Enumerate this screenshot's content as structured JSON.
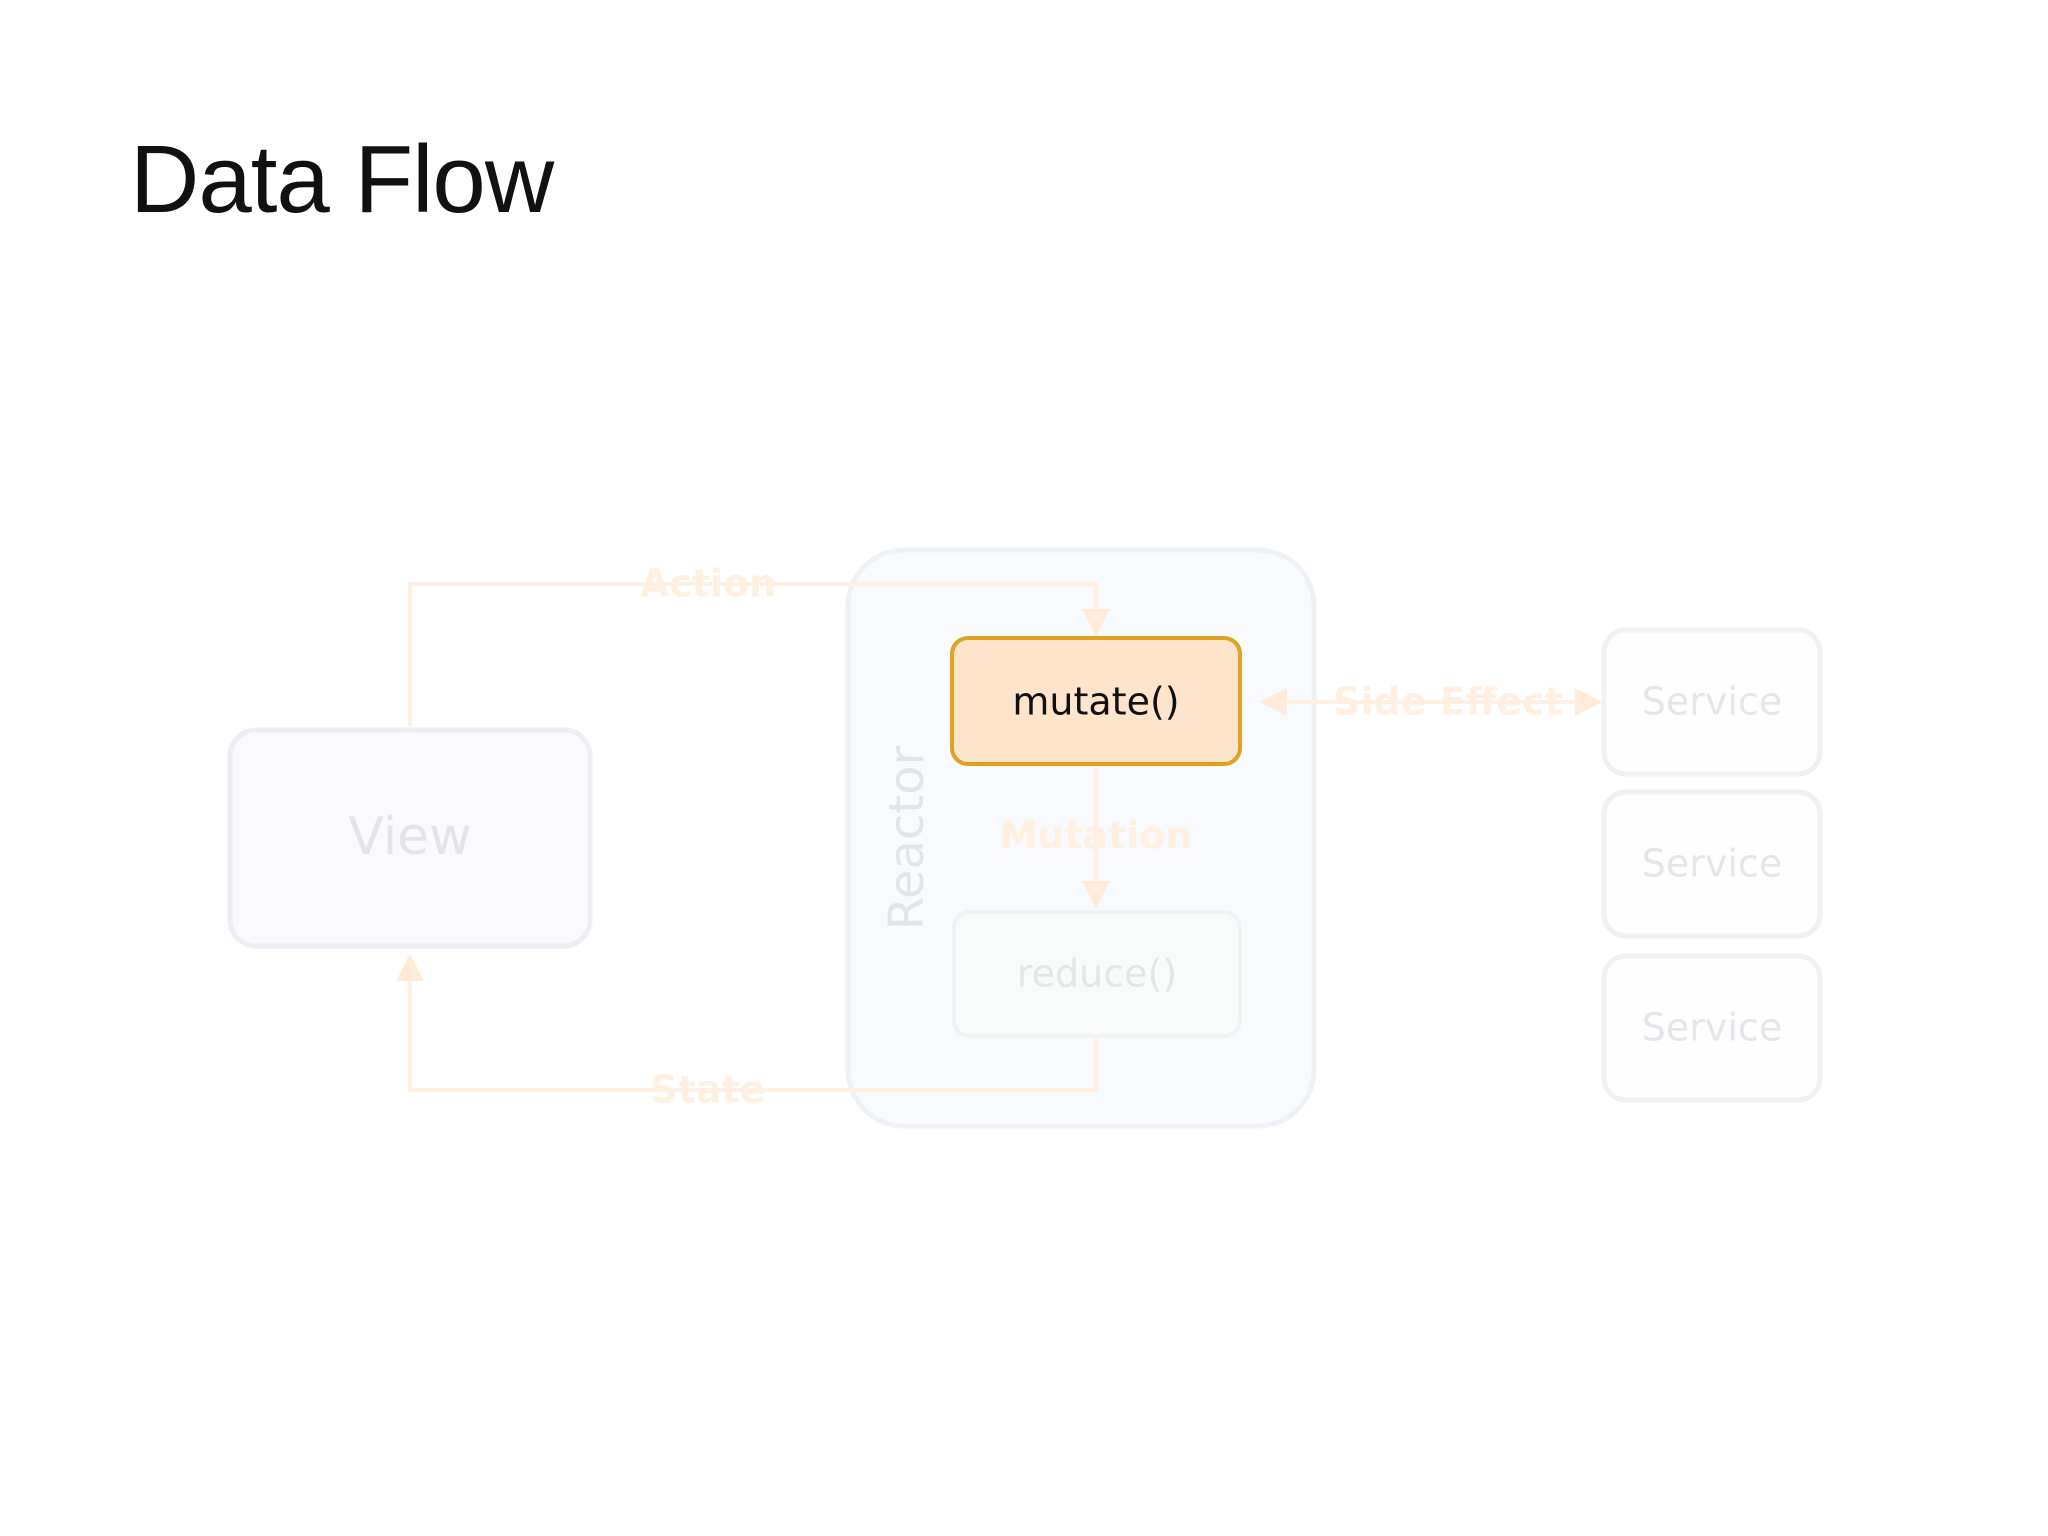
{
  "title": "Data Flow",
  "nodes": {
    "view": "View",
    "reactor": "Reactor",
    "mutate": "mutate()",
    "reduce": "reduce()",
    "services": [
      "Service",
      "Service",
      "Service"
    ]
  },
  "edges": {
    "action": "Action",
    "mutation": "Mutation",
    "state": "State",
    "side_effect": "Side Effect"
  },
  "colors": {
    "highlight_fill": "#FFE4CC",
    "highlight_stroke": "#E0A020",
    "faded_box_fill": "#FAF9FD",
    "faded_box_stroke": "#EEEDF3",
    "faded_text": "#E4E3E8",
    "faded_arrow": "#FFF0E2"
  }
}
